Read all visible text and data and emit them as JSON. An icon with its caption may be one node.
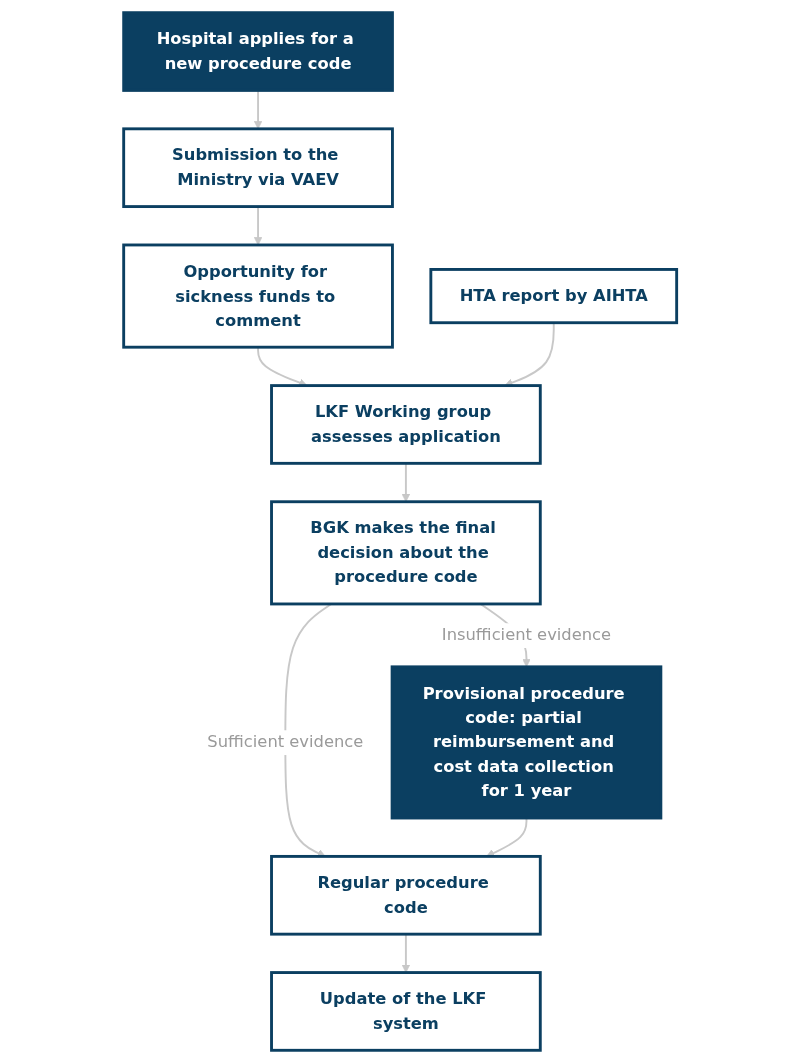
{
  "diagram": {
    "nodes": [
      {
        "text": [
          "Hospital applies for a new procedure code"
        ]
      },
      {
        "text": [
          "Submission to the Ministry via VAEV"
        ]
      },
      {
        "text": [
          "Opportunity for sickness funds to comment"
        ]
      },
      {
        "text": [
          "HTA report by AIHTA"
        ]
      },
      {
        "text": [
          "LKF Working group assesses application"
        ]
      },
      {
        "text": [
          "BGK makes the final decision about the procedure code"
        ]
      },
      {
        "text": [
          "Provisional procedure code: partial reimbursement and cost data collection for 1 year"
        ]
      },
      {
        "text": [
          "Regular procedure code"
        ]
      },
      {
        "text": [
          "Update of the LKF system"
        ]
      }
    ],
    "edges": [
      {
        "from": 0,
        "to": 1,
        "arrow": "to"
      },
      {
        "from": 1,
        "to": 2,
        "arrow": "to"
      },
      {
        "from": 2,
        "to": 4,
        "arrow": "to"
      },
      {
        "from": 3,
        "to": 4,
        "arrow": "to"
      },
      {
        "from": 4,
        "to": 5,
        "arrow": "to"
      },
      {
        "from": 5,
        "to": 6,
        "label": "Insufficient evidence",
        "arrow": "to"
      },
      {
        "from": 5,
        "to": 7,
        "label": "Sufficient evidence",
        "arrow": "to"
      },
      {
        "from": 6,
        "to": 7,
        "arrow": "to"
      },
      {
        "from": 7,
        "to": 8,
        "arrow": "to"
      }
    ]
  }
}
